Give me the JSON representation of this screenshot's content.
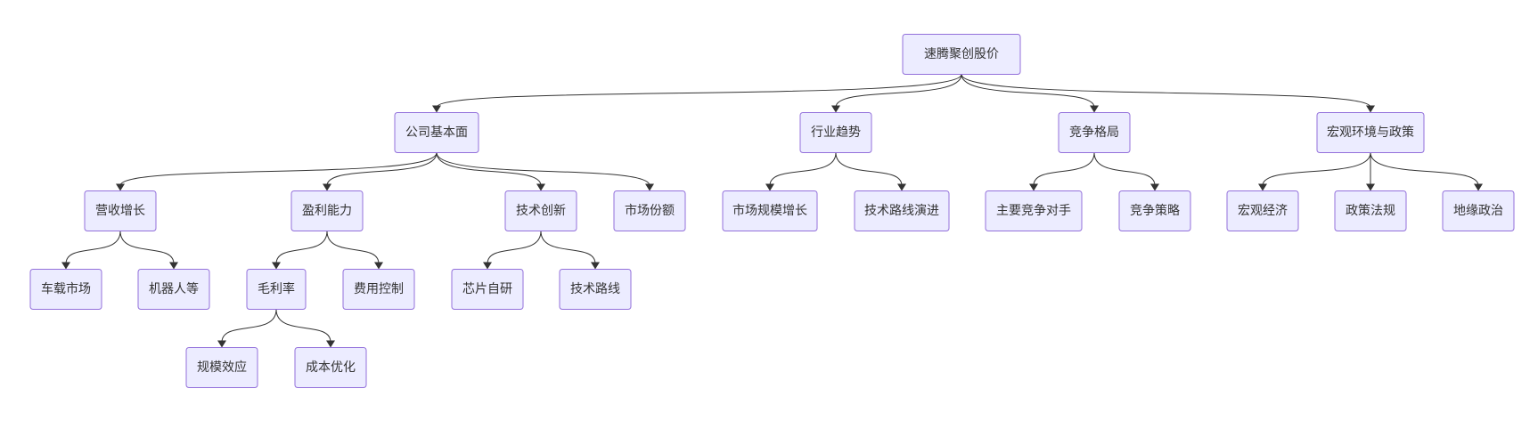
{
  "nodes": {
    "root": "速腾聚创股价",
    "fundamentals": "公司基本面",
    "industry": "行业趋势",
    "competition": "竞争格局",
    "macro": "宏观环境与政策",
    "revenue": "营收增长",
    "profit": "盈利能力",
    "tech": "技术创新",
    "share": "市场份额",
    "market_size": "市场规模增长",
    "tech_route_evo": "技术路线演进",
    "competitors": "主要竞争对手",
    "strategy": "竞争策略",
    "macro_econ": "宏观经济",
    "policy": "政策法规",
    "geopolitics": "地缘政治",
    "auto": "车载市场",
    "robots": "机器人等",
    "gross_margin": "毛利率",
    "cost_control": "费用控制",
    "chip": "芯片自研",
    "tech_route": "技术路线",
    "scale": "规模效应",
    "cost_opt": "成本优化"
  },
  "edges": [
    [
      "root",
      "fundamentals"
    ],
    [
      "root",
      "industry"
    ],
    [
      "root",
      "competition"
    ],
    [
      "root",
      "macro"
    ],
    [
      "fundamentals",
      "revenue"
    ],
    [
      "fundamentals",
      "profit"
    ],
    [
      "fundamentals",
      "tech"
    ],
    [
      "fundamentals",
      "share"
    ],
    [
      "industry",
      "market_size"
    ],
    [
      "industry",
      "tech_route_evo"
    ],
    [
      "competition",
      "competitors"
    ],
    [
      "competition",
      "strategy"
    ],
    [
      "macro",
      "macro_econ"
    ],
    [
      "macro",
      "policy"
    ],
    [
      "macro",
      "geopolitics"
    ],
    [
      "revenue",
      "auto"
    ],
    [
      "revenue",
      "robots"
    ],
    [
      "profit",
      "gross_margin"
    ],
    [
      "profit",
      "cost_control"
    ],
    [
      "tech",
      "chip"
    ],
    [
      "tech",
      "tech_route"
    ],
    [
      "gross_margin",
      "scale"
    ],
    [
      "gross_margin",
      "cost_opt"
    ]
  ],
  "colors": {
    "node_fill": "#ECECFF",
    "node_stroke": "#9370DB",
    "edge": "#333333",
    "text": "#333333"
  }
}
